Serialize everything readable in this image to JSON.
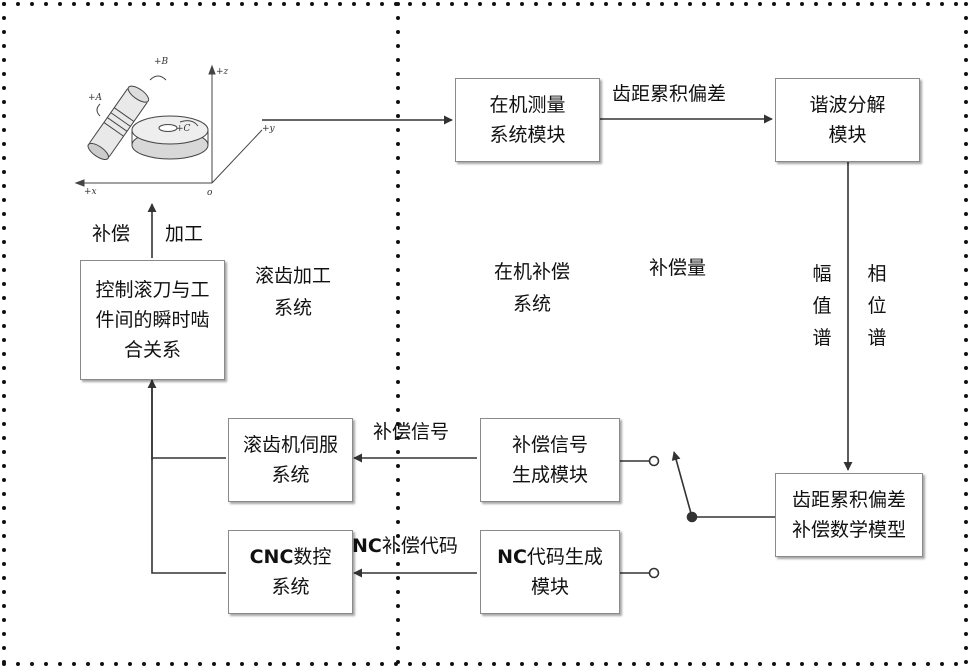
{
  "regions": {
    "hobbing_system": [
      "滚齿加工",
      "系统"
    ],
    "onmachine_comp": [
      "在机补偿",
      "系统"
    ]
  },
  "boxes": {
    "measure": [
      "在机测量",
      "系统模块"
    ],
    "harmonic": [
      "谐波分解",
      "模块"
    ],
    "control": [
      "控制滚刀与工",
      "件间的瞬时啮",
      "合关系"
    ],
    "model": [
      "齿距累积偏差",
      "补偿数学模型"
    ],
    "signal_gen": [
      "补偿信号",
      "生成模块"
    ],
    "servo": [
      "滚齿机伺服",
      "系统"
    ],
    "nc_gen": {
      "prefix": "NC",
      "rest": "代码生成",
      "line2": "模块"
    },
    "cnc": {
      "prefix": "CNC",
      "rest": "数控",
      "line2": "系统"
    }
  },
  "labels": {
    "pitch_dev": "齿距累积偏差",
    "comp_amount": "补偿量",
    "amplitude": [
      "幅",
      "值",
      "谱"
    ],
    "phase": [
      "相",
      "位",
      "谱"
    ],
    "compensate": "补偿",
    "machining": "加工",
    "comp_signal": "补偿信号",
    "nc_code": {
      "prefix": "NC",
      "rest": "补偿代码"
    }
  },
  "machine_figure": {
    "axis_labels": [
      "+B",
      "+A",
      "+C",
      "+z",
      "+y",
      "+x",
      "o"
    ]
  },
  "colors": {
    "line": "#333333",
    "box_border": "#8a8a8a",
    "dots": "#111111"
  }
}
